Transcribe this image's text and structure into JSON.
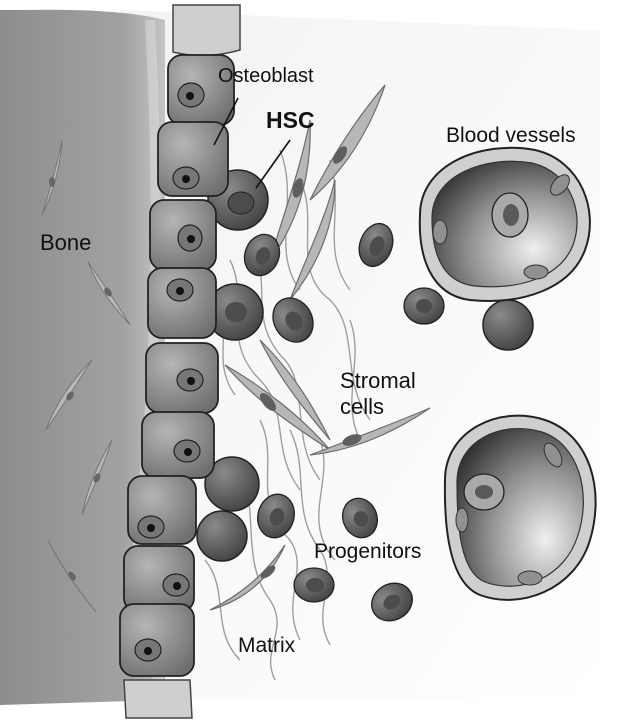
{
  "diagram": {
    "labels": {
      "osteoblast": "Osteoblast",
      "hsc": "HSC",
      "blood_vessels": "Blood vessels",
      "bone": "Bone",
      "stromal_line1": "Stromal",
      "stromal_line2": "cells",
      "progenitors": "Progenitors",
      "matrix": "Matrix"
    },
    "colors": {
      "bone": "#9c9c9c",
      "osteoblast_cell": "#8a8a8a",
      "osteoblast_nucleus": "#4a4a4a",
      "hematopoietic_cell": "#5e5e5e",
      "stromal_cell": "#b3b3b3",
      "vessel_wall": "#c8c8c8",
      "vessel_lumen": "#2a2a2a",
      "matrix_fiber": "#a0a0a0",
      "background": "#ffffff"
    }
  }
}
